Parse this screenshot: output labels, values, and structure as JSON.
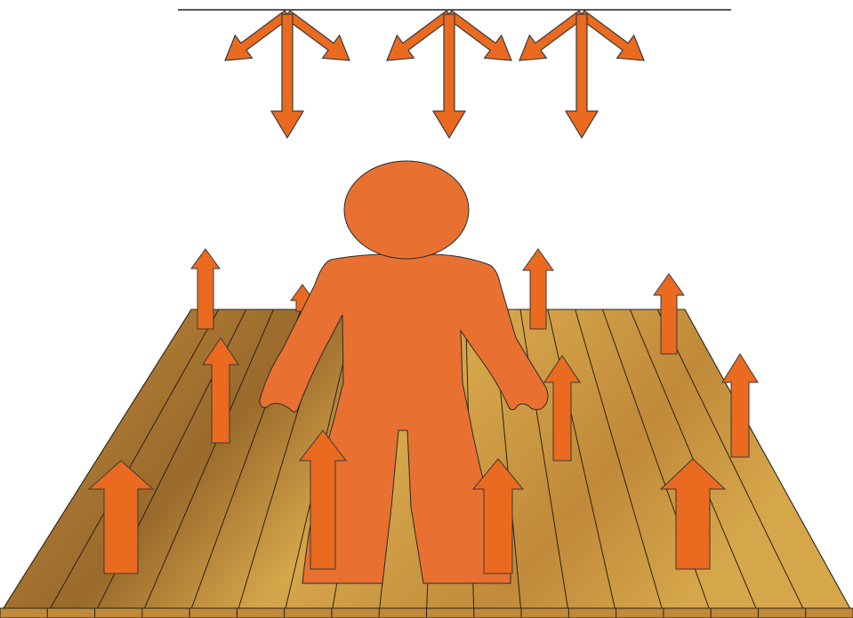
{
  "diagram": {
    "colors": {
      "arrow_fill": "#ea6a1f",
      "arrow_stroke": "#3a3a3a",
      "person_fill": "#e87132",
      "person_stroke": "#2a2a2a",
      "floor_dark": "#9a6a2c",
      "floor_mid": "#c08a3a",
      "floor_light": "#d6a64a",
      "plank_line": "#2b2115",
      "ceiling_line": "#222222"
    },
    "icons": {
      "ceiling": "ceiling-line",
      "dispersing_arrows": "three-way-arrow-icon",
      "rising_arrows": "up-arrow-icon",
      "person": "person-silhouette",
      "floor": "wooden-floor"
    }
  }
}
